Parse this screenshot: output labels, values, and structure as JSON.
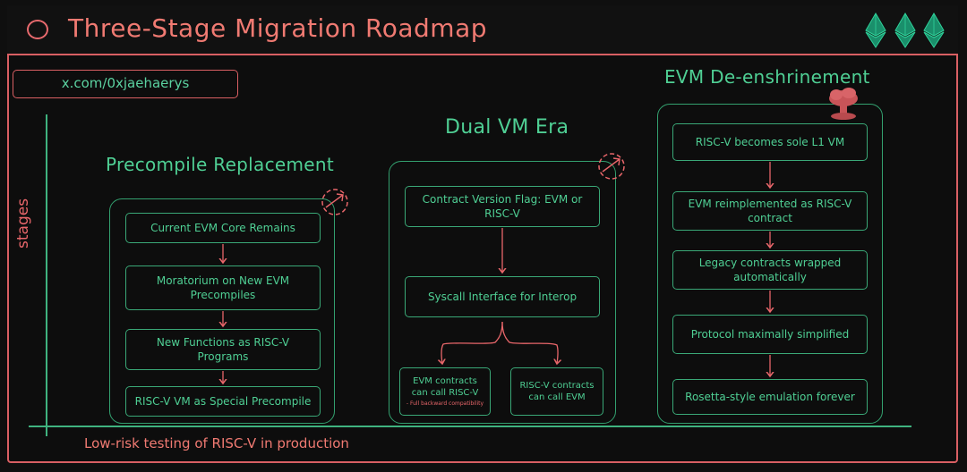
{
  "header": {
    "title": "Three-Stage Migration Roadmap",
    "url": "x.com/0xjaehaerys"
  },
  "axes": {
    "ylabel": "stages",
    "xlabel": "Low-risk testing of RISC-V in production"
  },
  "stages": [
    {
      "title": "Precompile Replacement",
      "steps": [
        "Current EVM Core Remains",
        "Moratorium on New EVM Precompiles",
        "New Functions as RISC-V Programs",
        "RISC-V VM as Special Precompile"
      ]
    },
    {
      "title": "Dual VM Era",
      "steps": [
        "Contract Version Flag: EVM or RISC-V",
        "Syscall Interface for Interop"
      ],
      "branches": [
        {
          "label": "EVM contracts can call RISC-V",
          "note": "- Full backward compatibility"
        },
        {
          "label": "RISC-V contracts can call EVM",
          "note": ""
        }
      ]
    },
    {
      "title": "EVM De-enshrinement",
      "steps": [
        "RISC-V becomes sole L1 VM",
        "EVM reimplemented as RISC-V contract",
        "Legacy contracts wrapped automatically",
        "Protocol maximally simplified",
        "Rosetta-style emulation forever"
      ]
    }
  ],
  "colors": {
    "accent_red": "#e8666a",
    "accent_green": "#4fcf94",
    "background": "#0d0d0d",
    "eth_green": "#1fa37a"
  },
  "icons": [
    "ethereum-icon",
    "ethereum-icon",
    "ethereum-icon",
    "dashed-circle-arrow-icon",
    "mushroom-cloud-icon"
  ]
}
